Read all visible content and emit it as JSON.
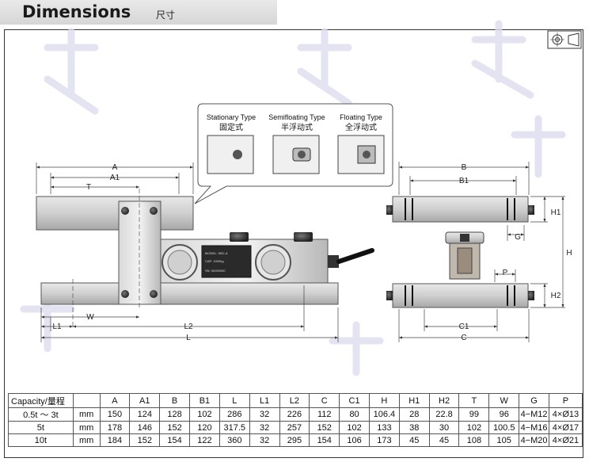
{
  "header": {
    "title": "Dimensions",
    "subtitle": "尺寸"
  },
  "callout": {
    "types": [
      {
        "en": "Stationary Type",
        "zh": "固定式"
      },
      {
        "en": "Semifloating Type",
        "zh": "半浮动式"
      },
      {
        "en": "Floating Type",
        "zh": "全浮动式"
      }
    ]
  },
  "front_view": {
    "labels": {
      "a": "A",
      "a1": "A1",
      "t": "T",
      "w": "W",
      "l1": "L1",
      "l2": "L2",
      "l": "L"
    },
    "nameplate": [
      "MODEL: SBC-A",
      "CAP: 1000kg",
      "SN: 00000000"
    ]
  },
  "side_view": {
    "labels": {
      "b": "B",
      "b1": "B1",
      "h1": "H1",
      "h": "H",
      "g": "G",
      "p": "P",
      "h2": "H2",
      "c1": "C1",
      "c": "C"
    }
  },
  "table": {
    "headers": [
      "Capacity/量程",
      "",
      "A",
      "A1",
      "B",
      "B1",
      "L",
      "L1",
      "L2",
      "C",
      "C1",
      "H",
      "H1",
      "H2",
      "T",
      "W",
      "G",
      "P"
    ],
    "rows": [
      [
        "0.5t ～ 3t",
        "mm",
        "150",
        "124",
        "128",
        "102",
        "286",
        "32",
        "226",
        "112",
        "80",
        "106.4",
        "28",
        "22.8",
        "99",
        "96",
        "4−M12",
        "4×Ø13"
      ],
      [
        "5t",
        "mm",
        "178",
        "146",
        "152",
        "120",
        "317.5",
        "32",
        "257",
        "152",
        "102",
        "133",
        "38",
        "30",
        "102",
        "100.5",
        "4−M16",
        "4×Ø17"
      ],
      [
        "10t",
        "mm",
        "184",
        "152",
        "154",
        "122",
        "360",
        "32",
        "295",
        "154",
        "106",
        "173",
        "45",
        "45",
        "108",
        "105",
        "4−M20",
        "4×Ø21"
      ]
    ]
  }
}
